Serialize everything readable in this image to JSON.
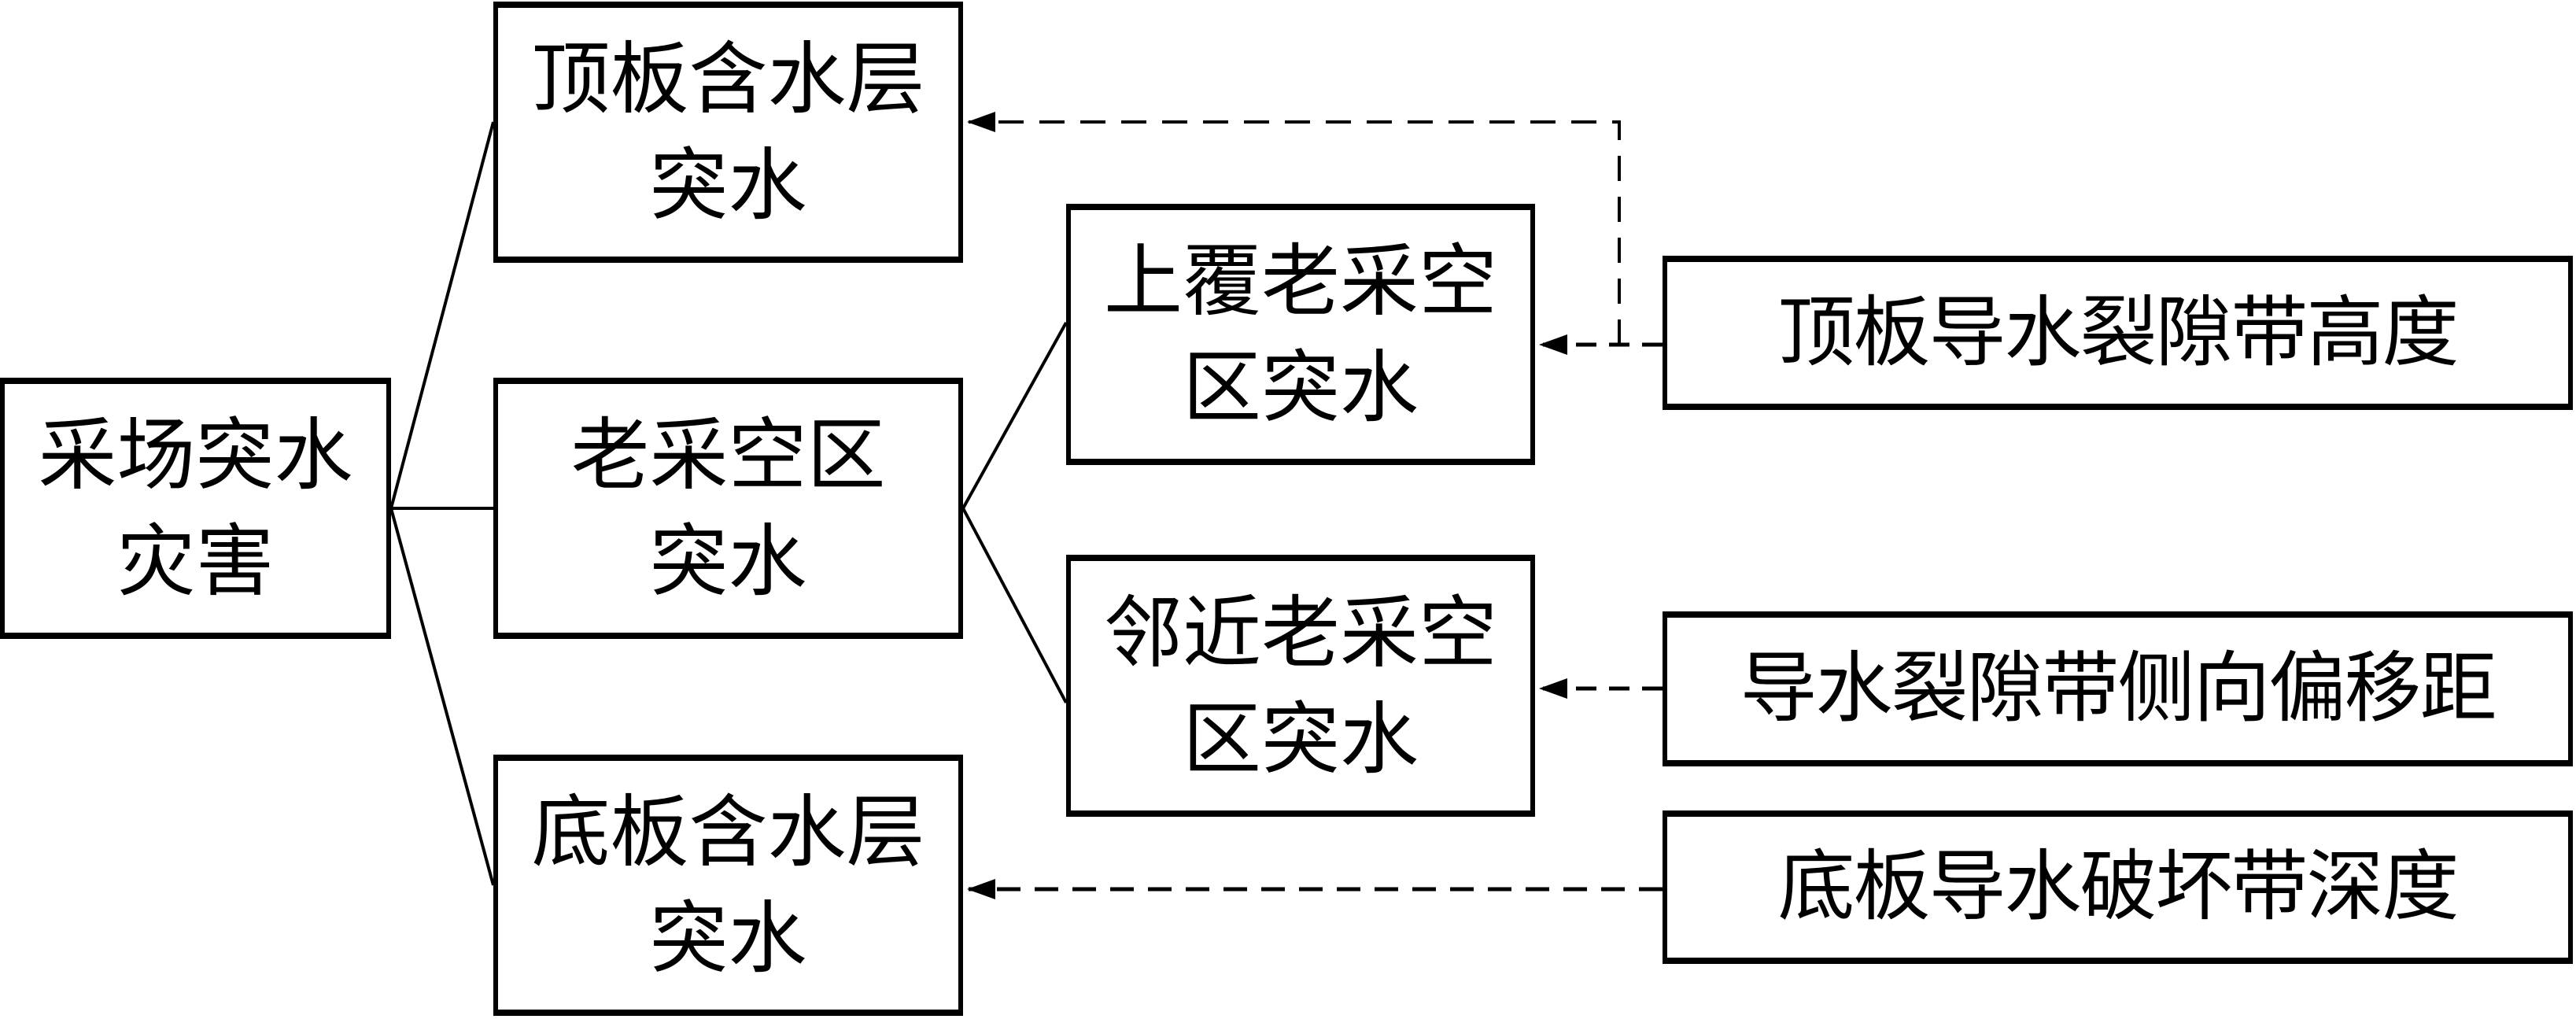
{
  "diagram": {
    "type": "tree-with-influence-factors",
    "colors": {
      "line": "#000000",
      "background": "#ffffff"
    },
    "nodes": {
      "root": {
        "line1": "采场突水",
        "line2": "灾害"
      },
      "roof_aquifer": {
        "line1": "顶板含水层",
        "line2": "突水"
      },
      "goaf": {
        "line1": "老采空区",
        "line2": "突水"
      },
      "floor_aquifer": {
        "line1": "底板含水层",
        "line2": "突水"
      },
      "overlying_goaf": {
        "line1": "上覆老采空",
        "line2": "区突水"
      },
      "adjacent_goaf": {
        "line1": "邻近老采空",
        "line2": "区突水"
      }
    },
    "factors": {
      "roof_fracture_height": "顶板导水裂隙带高度",
      "fracture_lateral_offset": "导水裂隙带侧向偏移距",
      "floor_failure_depth": "底板导水破坏带深度"
    },
    "edges": [
      {
        "from": "root",
        "to": "roof_aquifer",
        "style": "solid"
      },
      {
        "from": "root",
        "to": "goaf",
        "style": "solid"
      },
      {
        "from": "root",
        "to": "floor_aquifer",
        "style": "solid"
      },
      {
        "from": "goaf",
        "to": "overlying_goaf",
        "style": "solid"
      },
      {
        "from": "goaf",
        "to": "adjacent_goaf",
        "style": "solid"
      },
      {
        "from": "roof_fracture_height",
        "to": "overlying_goaf",
        "style": "dashed-arrow"
      },
      {
        "from": "roof_fracture_height",
        "to": "roof_aquifer",
        "style": "dashed-arrow"
      },
      {
        "from": "fracture_lateral_offset",
        "to": "adjacent_goaf",
        "style": "dashed-arrow"
      },
      {
        "from": "floor_failure_depth",
        "to": "floor_aquifer",
        "style": "dashed-arrow"
      }
    ]
  }
}
